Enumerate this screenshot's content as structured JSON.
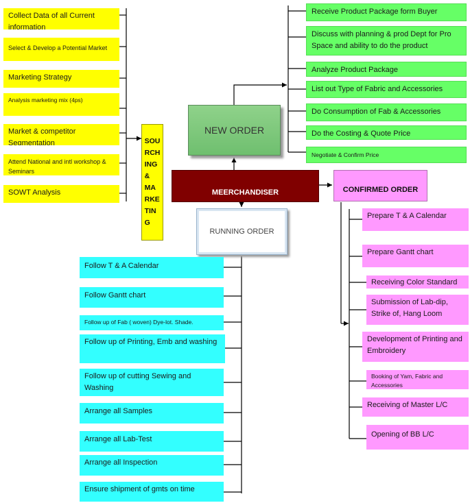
{
  "center": {
    "label": "MEERCHANDISER"
  },
  "new_order": {
    "label": "NEW ORDER",
    "items": [
      "Receive Product Package form Buyer",
      "Discuss with planning & prod Dept for Pro Space and ability to do the product",
      "Analyze Product Package",
      "List out Type of Fabric and Accessories",
      "Do Consumption of Fab & Accessories",
      "Do the Costing & Quote Price",
      "Negotiate & Confirm Price"
    ]
  },
  "sourcing": {
    "label_lines": [
      "SOU",
      "RCH",
      "ING",
      "&",
      "MA",
      "RKE",
      "TIN",
      "G"
    ],
    "items": [
      "Collect Data of all Current information",
      "Select & Develop a Potential Market",
      "Marketing Strategy",
      "Analysis marketing mix (4ps)",
      "Market & competitor Segmentation",
      "Attend National and intl workshop & Seminars",
      "SOWT Analysis"
    ]
  },
  "confirmed_order": {
    "label": "CONFIRMED ORDER",
    "items": [
      "Prepare T & A Calendar",
      "Prepare Gantt chart",
      "Receiving Color Standard",
      "Submission of Lab-dip, Strike of, Hang Loom",
      "Development of Printing and Embroidery",
      "Booking of Yam, Fabric and Accessories",
      "Receiving of Master L/C",
      "Opening of BB L/C"
    ]
  },
  "running_order": {
    "label": "RUNNING ORDER",
    "items": [
      "Follow T & A Calendar",
      "Follow Gantt chart",
      "Follow up of Fab ( woven) Dye-lot. Shade.",
      "Follow up of Printing, Emb and washing",
      "Follow up of cutting Sewing and Washing",
      "Arrange all Samples",
      "Arrange all Lab-Test",
      "Arrange all Inspection",
      "Ensure shipment of gmts on time"
    ]
  },
  "colors": {
    "sourcing": "#ffff00",
    "new_order": "#66ff66",
    "confirmed": "#ff99ff",
    "running": "#33ffff",
    "center": "#800000"
  }
}
